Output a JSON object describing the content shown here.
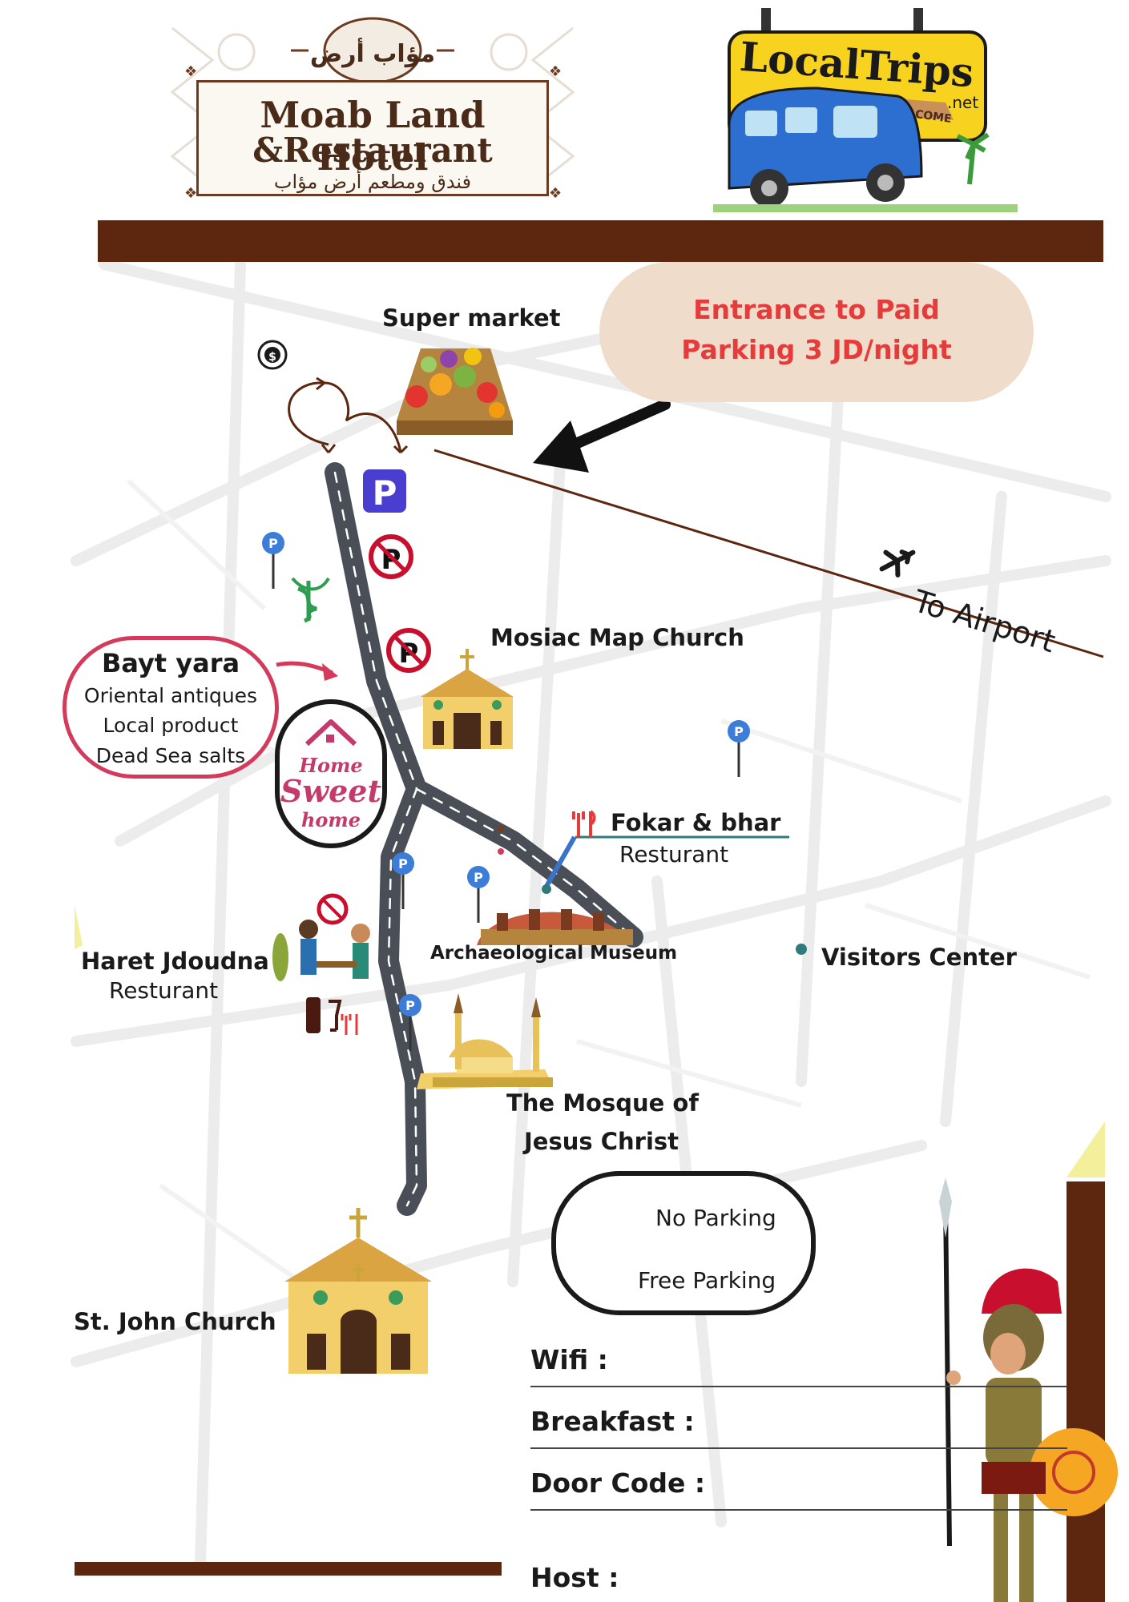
{
  "header": {
    "hotel_name_line1": "Moab Land Hotel",
    "hotel_name_line2": "&Restaurant",
    "hotel_name_arabic": "فندق ومطعم أرض مؤاب",
    "hotel_logo_arabic": "مؤاب أرض",
    "partner_logo": "LocalTrips",
    "partner_logo_suffix": ".net",
    "partner_sign": "WELCOME"
  },
  "callout_parking": {
    "line1": "Entrance to Paid",
    "line2": "Parking 3 JD/night"
  },
  "places": {
    "supermarket": "Super market",
    "airport": "To Airport",
    "mosaic_church": "Mosiac Map Church",
    "fokar_name": "Fokar & bhar",
    "fokar_type": "Resturant",
    "museum": "Archaeological Museum",
    "visitors_center": "Visitors Center",
    "haret_name": "Haret Jdoudna",
    "haret_type": "Resturant",
    "mosque_line1": "The Mosque of",
    "mosque_line2": "Jesus Christ",
    "st_john": "St. John Church"
  },
  "bayt_yara": {
    "title": "Bayt yara",
    "lines": [
      "Oriental antiques",
      "Local product",
      "Dead Sea salts"
    ]
  },
  "home_sweet_home": {
    "line1": "Home",
    "line2": "Sweet",
    "line3": "home"
  },
  "legend": {
    "no_parking": "No Parking",
    "free_parking": "Free Parking"
  },
  "guest_info": {
    "wifi": "Wifi :",
    "breakfast": "Breakfast :",
    "door_code": "Door Code :",
    "host": "Host :"
  },
  "icons": {
    "paid_parking": "P",
    "no_parking": "no-parking-icon",
    "free_parking": "parking-pin-icon",
    "pharmacy": "pharmacy-icon",
    "atm": "money-exchange-icon",
    "airport": "airplane-icon",
    "restaurant": "fork-knife-icon"
  },
  "colors": {
    "brown": "#5c260f",
    "road": "#4a4f57",
    "callout_text": "#e63b3b",
    "callout_bg": "#f0dccb",
    "bayt_border": "#d43a5b",
    "parking_blue": "#3b7dd8",
    "paid_parking_blue": "#4a3ed1",
    "no_parking_red": "#c8102e"
  }
}
